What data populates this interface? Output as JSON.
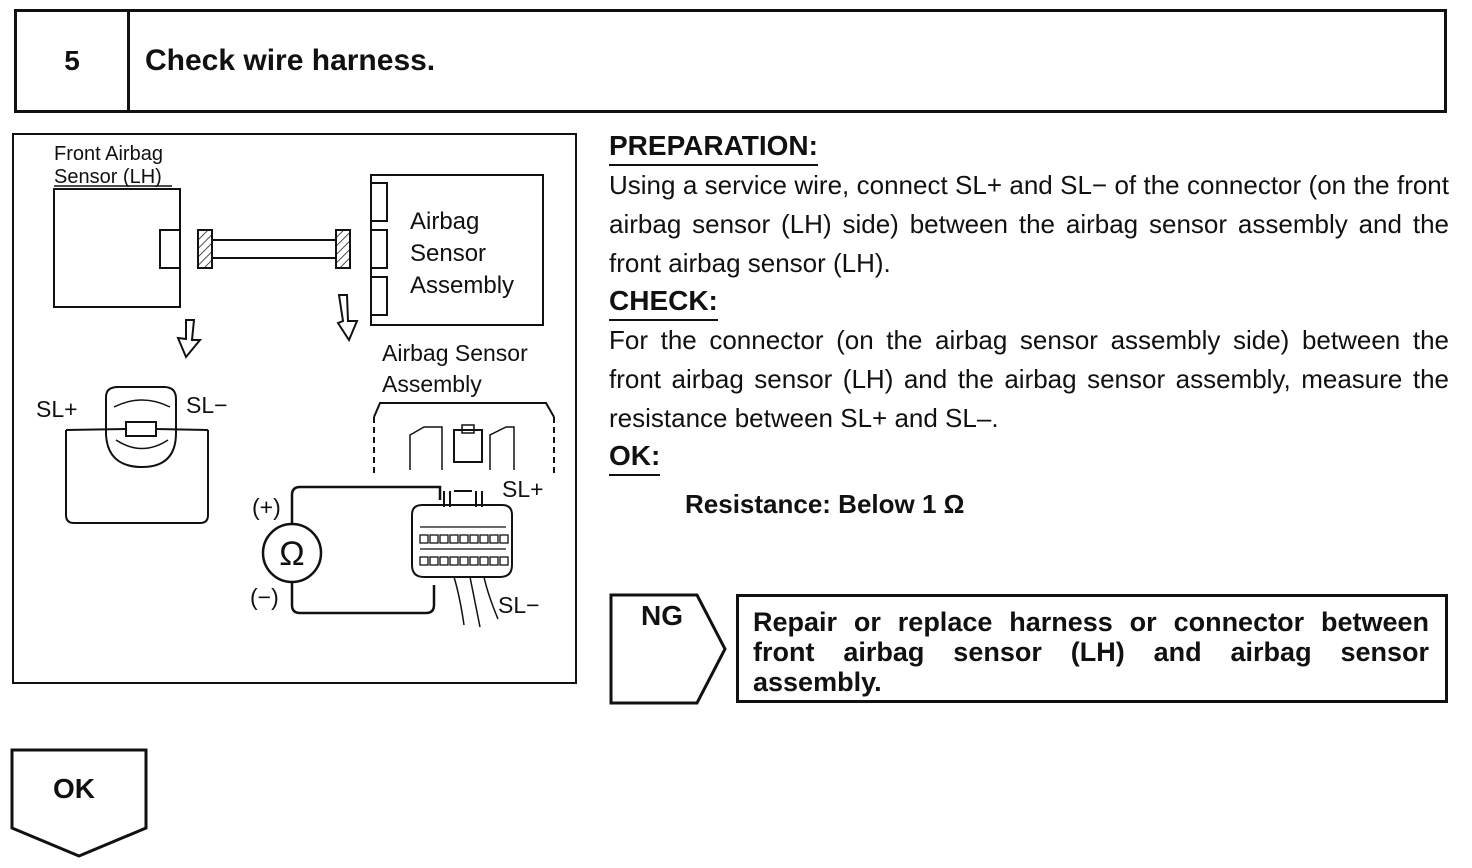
{
  "step": {
    "number": "5",
    "title": "Check wire harness."
  },
  "diagram": {
    "sensor_label_line1": "Front Airbag",
    "sensor_label_line2": "Sensor (LH)",
    "assembly_label_line1": "Airbag",
    "assembly_label_line2": "Sensor",
    "assembly_label_line3": "Assembly",
    "assembly_view_line1": "Airbag Sensor",
    "assembly_view_line2": "Assembly",
    "sl_plus_left": "SL+",
    "sl_minus_left": "SL−",
    "meter_plus": "(+)",
    "meter_minus": "(−)",
    "meter_symbol": "Ω",
    "sl_plus_right": "SL+",
    "sl_minus_right": "SL−"
  },
  "instructions": {
    "preparation_heading": "PREPARATION:",
    "preparation_text": "Using a service wire, connect SL+ and SL− of the connector (on the front airbag sensor (LH) side) between the airbag sensor assembly and the front airbag sensor (LH).",
    "check_heading": "CHECK:",
    "check_text": "For the connector (on the airbag sensor assembly side) between the front airbag sensor (LH) and the airbag sensor assembly, measure the resistance between SL+ and SL–.",
    "ok_heading": "OK:",
    "spec_text": "Resistance: Below 1 Ω"
  },
  "flow": {
    "ng_label": "NG",
    "ng_action": "Repair or replace harness or connector between front airbag sensor (LH) and airbag sensor assembly.",
    "ok_label": "OK"
  }
}
